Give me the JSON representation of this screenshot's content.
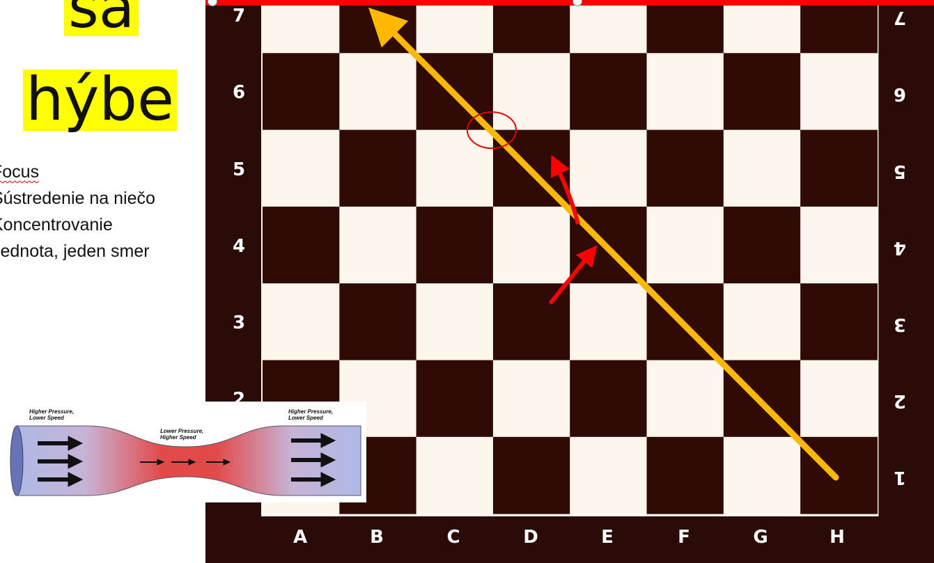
{
  "slide": {
    "title_line1": "sa",
    "title_line2": "hýbe",
    "title_highlight": "#ffff00",
    "notes": [
      "Focus",
      "Sústredenie na niečo",
      "Koncentrovanie",
      "Jednota, jeden smer"
    ]
  },
  "board": {
    "light_color": "#fdf6ec",
    "dark_color": "#300a05",
    "border_color": "#2a0b08",
    "ranks_visible": [
      "7",
      "6",
      "5",
      "4",
      "3",
      "2",
      "1"
    ],
    "files": [
      "A",
      "B",
      "C",
      "D",
      "E",
      "F",
      "G",
      "H"
    ],
    "annotations": {
      "diagonal_arrow": {
        "color": "#ffb800",
        "from": "H1",
        "to": "B7"
      },
      "red_arrows": {
        "color": "#ff0000",
        "count": 2
      },
      "circle": {
        "color": "#e00000",
        "near": "C5/D5"
      }
    }
  },
  "venturi": {
    "left_label": "Higher Pressure, Lower Speed",
    "center_label": "Lower Pressure, Higher Speed",
    "right_label": "Higher Pressure, Lower Speed",
    "tube_end_color": "#b8c4ea",
    "tube_mid_color": "#e54b4b"
  },
  "selection": {
    "bar_color": "#ff0000"
  }
}
